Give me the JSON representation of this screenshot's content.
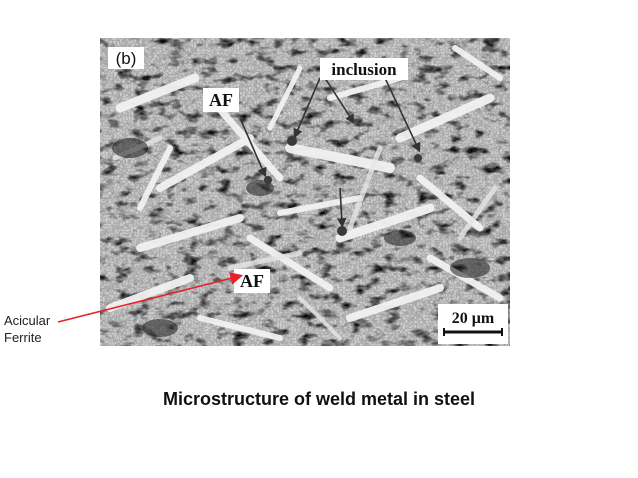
{
  "figure": {
    "panel_label": "(b)",
    "labels": {
      "af_top": "AF",
      "af_bottom": "AF",
      "inclusion": "inclusion",
      "scale_bar": "20 μm"
    }
  },
  "annotation": {
    "line1": "Acicular",
    "line2": "Ferrite",
    "arrow_color": "#e8202a"
  },
  "caption": "Microstructure of weld metal in steel"
}
